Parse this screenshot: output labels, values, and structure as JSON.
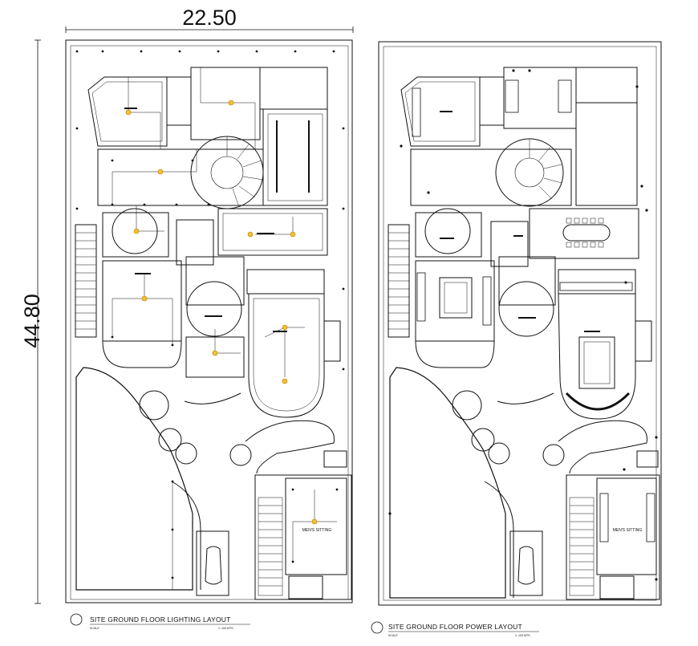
{
  "dimensions": {
    "width_label": "22.50",
    "height_label": "44.80"
  },
  "plans": [
    {
      "id": "lighting",
      "title": "SITE GROUND FLOOR LIGHTING LAYOUT",
      "scale_label": "SCALE",
      "scale_value": "1: 100 MTS.",
      "room_label": "MEN'S SITTING"
    },
    {
      "id": "power",
      "title": "SITE GROUND FLOOR POWER LAYOUT",
      "scale_label": "SCALE",
      "scale_value": "1: 100 MTS.",
      "room_label": "MEN'S SITTING"
    }
  ],
  "colors": {
    "line": "#111111",
    "light_fixture": "#f2c230"
  }
}
